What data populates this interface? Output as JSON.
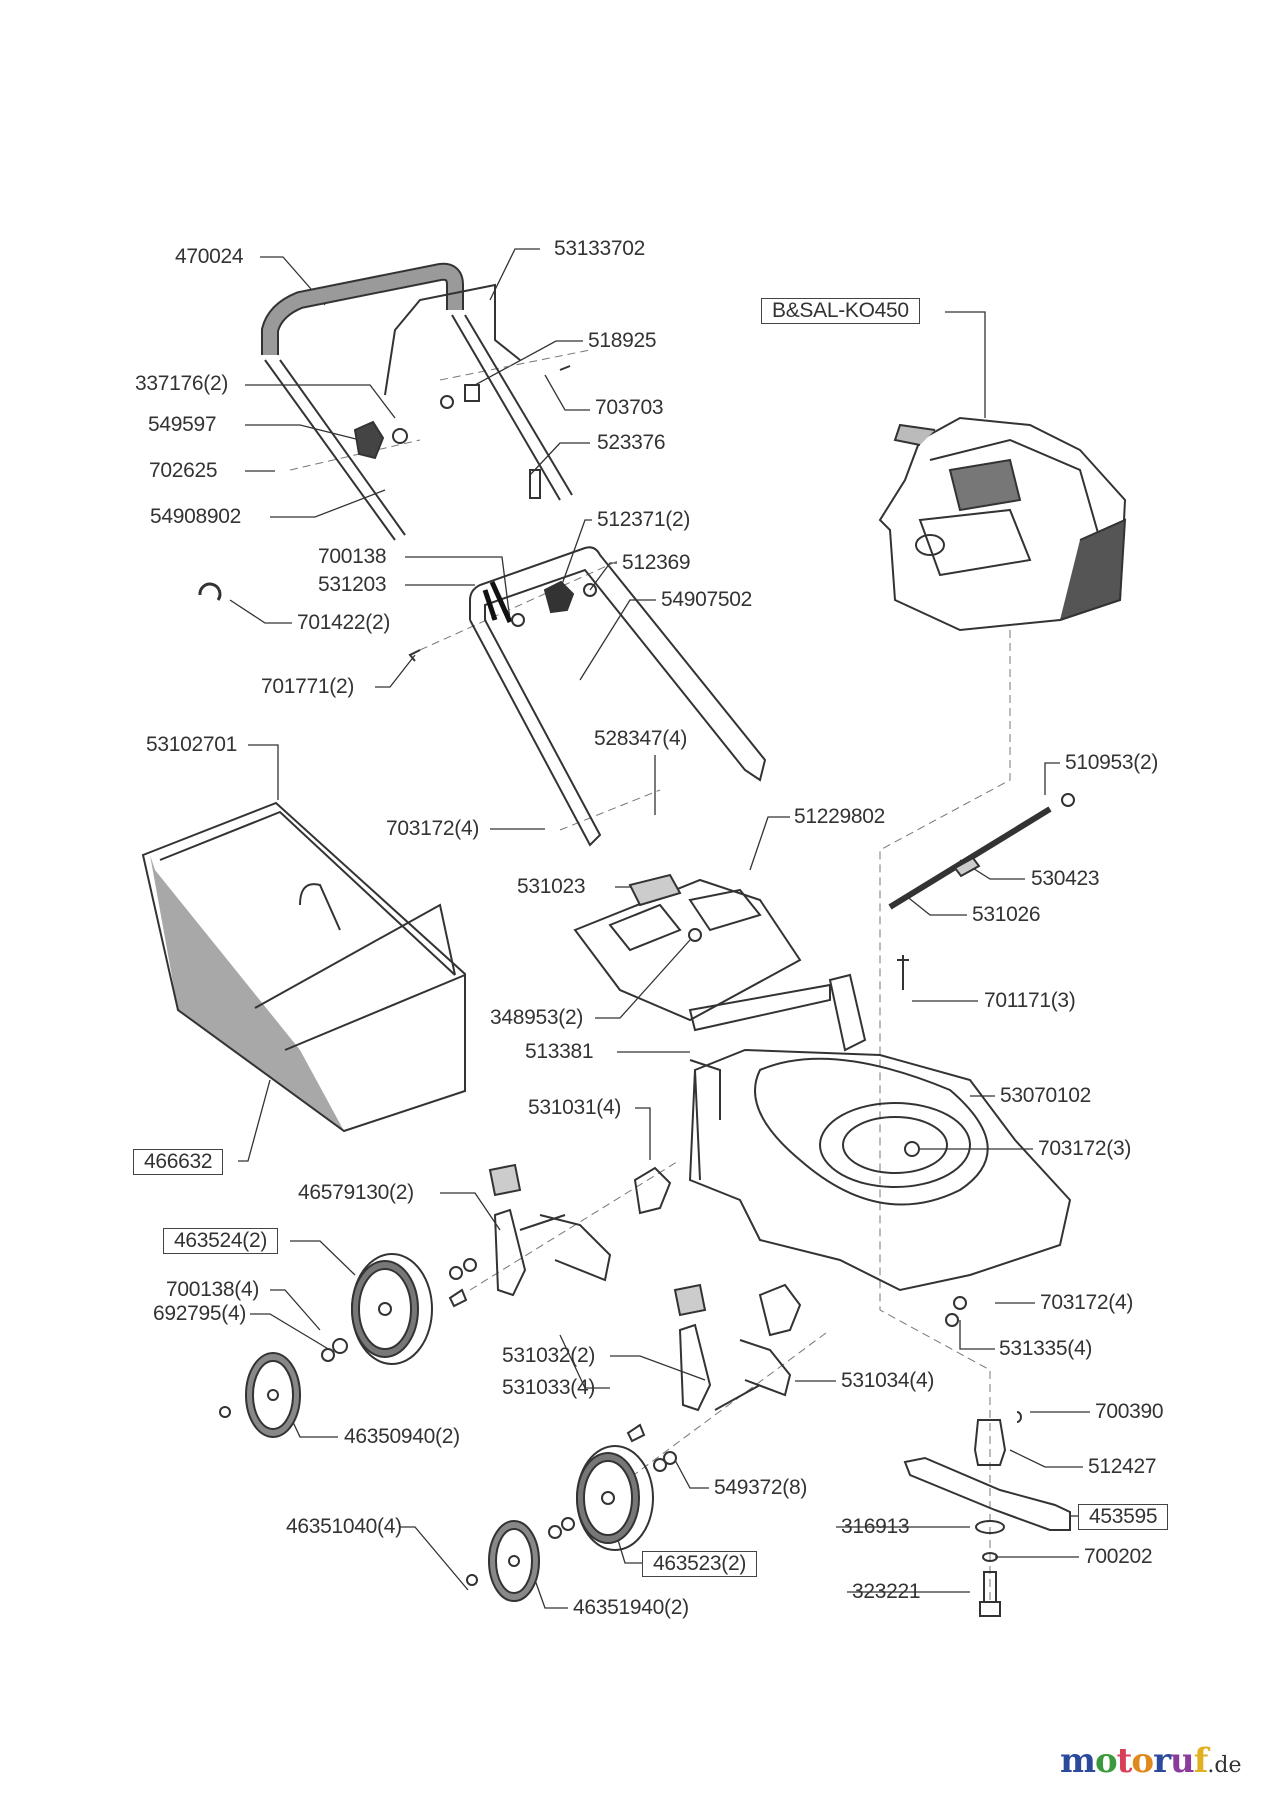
{
  "labels": {
    "p470024": "470024",
    "p53133702": "53133702",
    "engine": "B&SAL-KO450",
    "p518925": "518925",
    "p337176": "337176(2)",
    "p703703": "703703",
    "p549597": "549597",
    "p523376": "523376",
    "p702625": "702625",
    "p54908902": "54908902",
    "p512371": "512371(2)",
    "p700138": "700138",
    "p512369": "512369",
    "p531203": "531203",
    "p54907502": "54907502",
    "p701422": "701422(2)",
    "p701771": "701771(2)",
    "p53102701": "53102701",
    "p528347": "528347(4)",
    "p510953": "510953(2)",
    "p51229802": "51229802",
    "p703172a": "703172(4)",
    "p530423": "530423",
    "p531023": "531023",
    "p531026": "531026",
    "p701171": "701171(3)",
    "p348953": "348953(2)",
    "p513381": "513381",
    "p53070102": "53070102",
    "p531031": "531031(4)",
    "p703172b": "703172(3)",
    "p466632": "466632",
    "p46579130": "46579130(2)",
    "p463524": "463524(2)",
    "p700138b": "700138(4)",
    "p703172c": "703172(4)",
    "p692795": "692795(4)",
    "p531335": "531335(4)",
    "p531032": "531032(2)",
    "p531034": "531034(4)",
    "p531033": "531033(4)",
    "p700390": "700390",
    "p46350940": "46350940(2)",
    "p512427": "512427",
    "p549372": "549372(8)",
    "p453595": "453595",
    "p316913": "316913",
    "p46351040": "46351040(4)",
    "p700202": "700202",
    "p463523": "463523(2)",
    "p323221": "323221",
    "p46351940": "46351940(2)"
  },
  "logo": {
    "main": "motoruf",
    "suffix": ".de",
    "colors": [
      "#2b4a9c",
      "#3c9a3c",
      "#d8405a",
      "#e08a1e",
      "#2b4a9c",
      "#8a3c9a",
      "#e0b020"
    ]
  },
  "colors": {
    "line": "#333333",
    "grip": "#9a9a9a",
    "bag_side": "#a8a8a8"
  }
}
